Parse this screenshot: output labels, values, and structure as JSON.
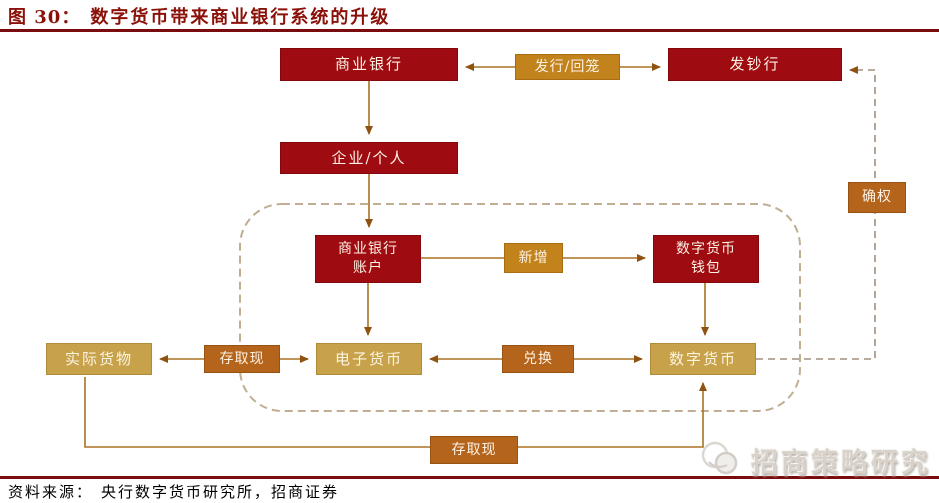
{
  "title": {
    "figure_label": "图 30：",
    "caption": "数字货币带来商业银行系统的升级"
  },
  "nodes": {
    "commercial_bank": "商业银行",
    "issue_return": "发行/回笼",
    "note_issuing_bank": "发钞行",
    "enterprise_individual": "企业/个人",
    "bank_account_line1": "商业银行",
    "bank_account_line2": "账户",
    "add_new": "新增",
    "wallet_line1": "数字货币",
    "wallet_line2": "钱包",
    "actual_goods": "实际货物",
    "deposit_withdraw_cash_1": "存取现",
    "electronic_money": "电子货币",
    "exchange": "兑换",
    "digital_currency": "数字货币",
    "confirm_rights": "确权",
    "deposit_withdraw_cash_2": "存取现"
  },
  "source": {
    "label": "资料来源：",
    "text": "央行数字货币研究所，招商证券"
  },
  "watermark": {
    "text": "招商策略研究",
    "logo": "overlapping-circles-logo"
  },
  "colors": {
    "dark_red_box": "#9e0b10",
    "gold_box": "#c2831c",
    "orange_box": "#b5641c",
    "tan_box": "#c7a24b",
    "connector_line": "#aa7222",
    "arrowhead": "#8f5210",
    "dashed_region_border": "#bfae92",
    "dashed_connector": "#a1917d",
    "title_text": "#8a1008",
    "divider_rule": "#7a0c0e",
    "box_text": "#fdf2e4",
    "watermark_text": "#d8d2ca"
  }
}
